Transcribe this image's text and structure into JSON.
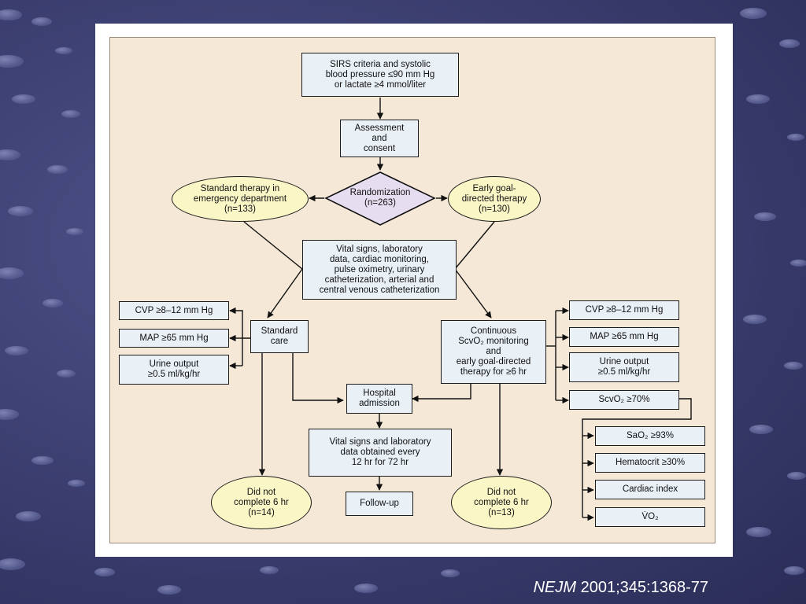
{
  "flowchart": {
    "nodes": {
      "sirs": "SIRS criteria and systolic\nblood pressure ≤90 mm Hg\nor lactate ≥4 mmol/liter",
      "assessment": "Assessment\nand\nconsent",
      "randomization": "Randomization\n(n=263)",
      "standard_therapy": "Standard therapy in\nemergency department\n(n=133)",
      "egdt": "Early goal-\ndirected therapy\n(n=130)",
      "vital_signs": "Vital signs, laboratory\ndata, cardiac monitoring,\npulse oximetry, urinary\ncatheterization, arterial and\ncentral venous catheterization",
      "standard_care": "Standard\ncare",
      "continuous": "Continuous\nScvO₂ monitoring\nand\nearly goal-directed\ntherapy for ≥6 hr",
      "left_cvp": "CVP ≥8–12 mm Hg",
      "left_map": "MAP ≥65 mm Hg",
      "left_urine": "Urine output\n≥0.5 ml/kg/hr",
      "right_cvp": "CVP ≥8–12 mm Hg",
      "right_map": "MAP ≥65 mm Hg",
      "right_urine": "Urine output\n≥0.5 ml/kg/hr",
      "scvo2": "ScvO₂ ≥70%",
      "sao2": "SaO₂ ≥93%",
      "hematocrit": "Hematocrit ≥30%",
      "cardiac_index": "Cardiac index",
      "vo2": "V̇O₂",
      "hospital": "Hospital\nadmission",
      "vital_labs": "Vital signs and laboratory\ndata obtained every\n12 hr for 72 hr",
      "followup": "Follow-up",
      "dnc_left": "Did not\ncomplete 6 hr\n(n=14)",
      "dnc_right": "Did not\ncomplete 6 hr\n(n=13)"
    }
  },
  "citation": {
    "journal": "NEJM",
    "reference": " 2001;345:1368-77"
  }
}
